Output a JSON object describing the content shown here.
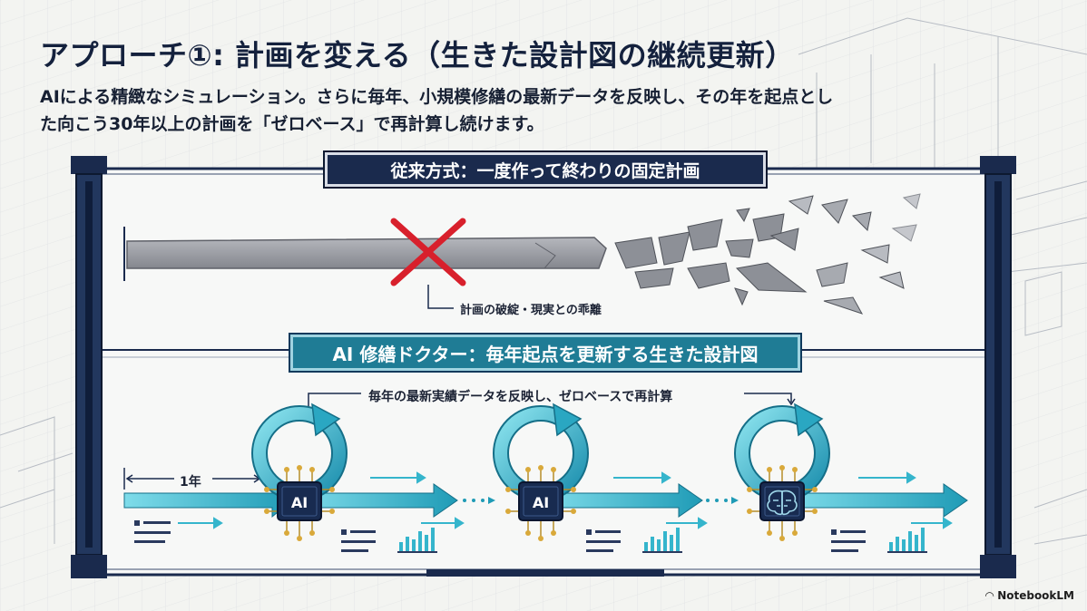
{
  "header": {
    "title": "アプローチ①: 計画を変える（生きた設計図の継続更新）",
    "subtitle": "AIによる精緻なシミュレーション。さらに毎年、小規模修繕の最新データを反映し、その年を起点とした向こう30年以上の計画を「ゼロベース」で再計算し続けます。"
  },
  "traditional": {
    "banner": "従来方式：一度作って終わりの固定計画",
    "conflict_label": "計画の破綻・現実との乖離"
  },
  "ai": {
    "banner": "AI 修繕ドクター：毎年起点を更新する生きた設計図",
    "cycle_label": "毎年の最新実績データを反映し、ゼロベースで再計算",
    "interval_label": "1年",
    "chips": [
      {
        "label": "AI",
        "icon": "ai-chip-icon"
      },
      {
        "label": "AI",
        "icon": "ai-chip-icon"
      },
      {
        "label": "",
        "icon": "brain-chip-icon"
      }
    ]
  },
  "colors": {
    "navy": "#1a2a4d",
    "teal": "#1f9bb6",
    "light_teal": "#5fd0e0",
    "red": "#d8202c",
    "gray_bar": "#9a9ca3"
  },
  "watermark": {
    "text": "NotebookLM",
    "icon": "notebooklm-icon"
  }
}
